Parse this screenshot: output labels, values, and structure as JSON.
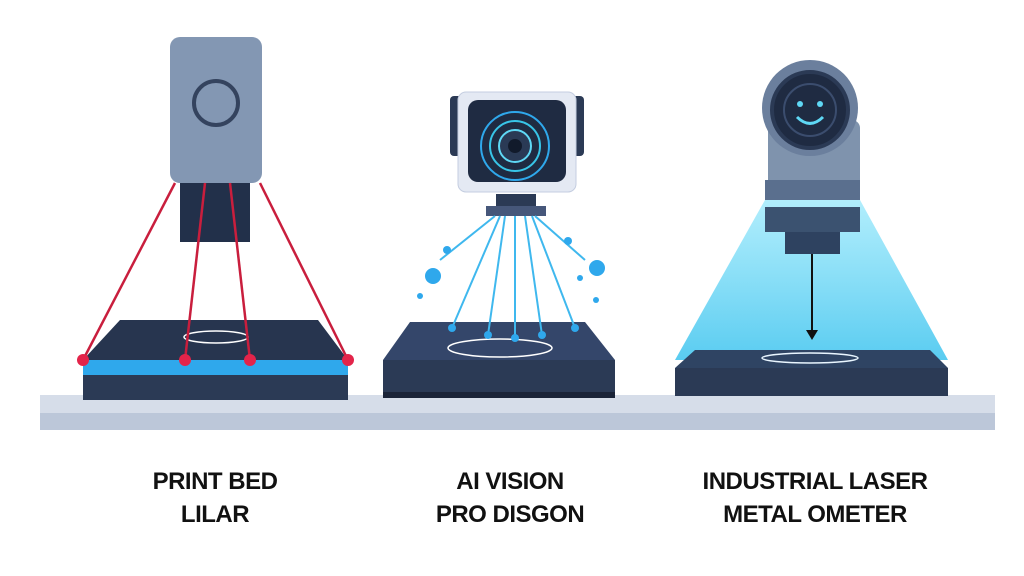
{
  "devices": [
    {
      "line1": "PRINT BED",
      "line2": "LILAR",
      "icon": "lidar-scanner"
    },
    {
      "line1": "AI VISION",
      "line2": "PRO DISGON",
      "icon": "ai-camera"
    },
    {
      "line1": "INDUSTRIAL LASER",
      "line2": "METAL OMETER",
      "icon": "laser-scanner"
    }
  ],
  "colors": {
    "navy": "#2b3a55",
    "red": "#d0213f",
    "blue": "#2fa8ec",
    "cyan": "#5fd8f5",
    "shelf": "#c8d2e2",
    "gray": "#7f93ad"
  }
}
